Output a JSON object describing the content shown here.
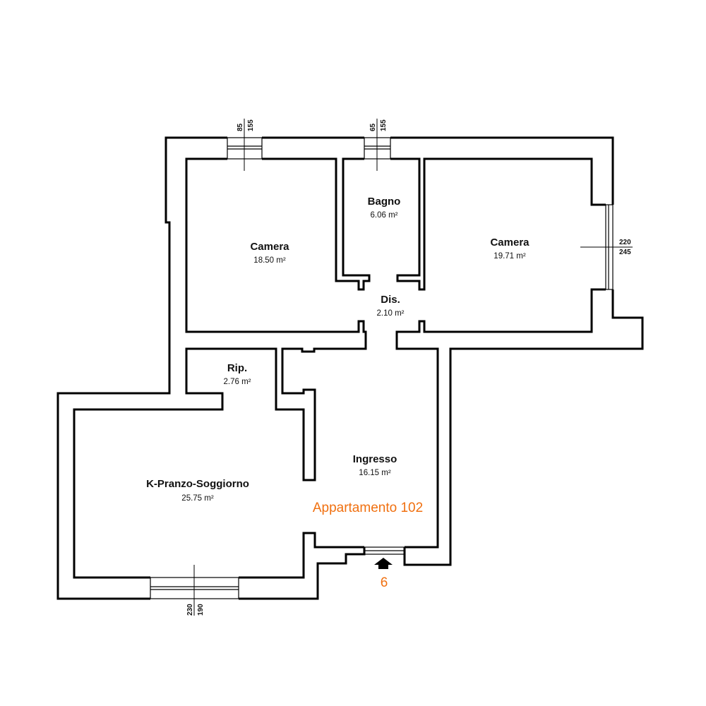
{
  "plan": {
    "unit_label": "Appartamento  102",
    "entrance_number": "6",
    "accent_color": "#f07010",
    "rooms": [
      {
        "name": "Camera",
        "area": "18.50 m²"
      },
      {
        "name": "Bagno",
        "area": "6.06 m²"
      },
      {
        "name": "Camera",
        "area": "19.71 m²"
      },
      {
        "name": "Dis.",
        "area": "2.10 m²"
      },
      {
        "name": "Rip.",
        "area": "2.76 m²"
      },
      {
        "name": "Ingresso",
        "area": "16.15 m²"
      },
      {
        "name": "K-Pranzo-Soggiorno",
        "area": "25.75 m²"
      }
    ],
    "windows": [
      {
        "sill": "85",
        "height": "155"
      },
      {
        "sill": "65",
        "height": "155"
      },
      {
        "sill": "220",
        "height": "245"
      },
      {
        "sill": "230",
        "height": "190"
      }
    ]
  }
}
